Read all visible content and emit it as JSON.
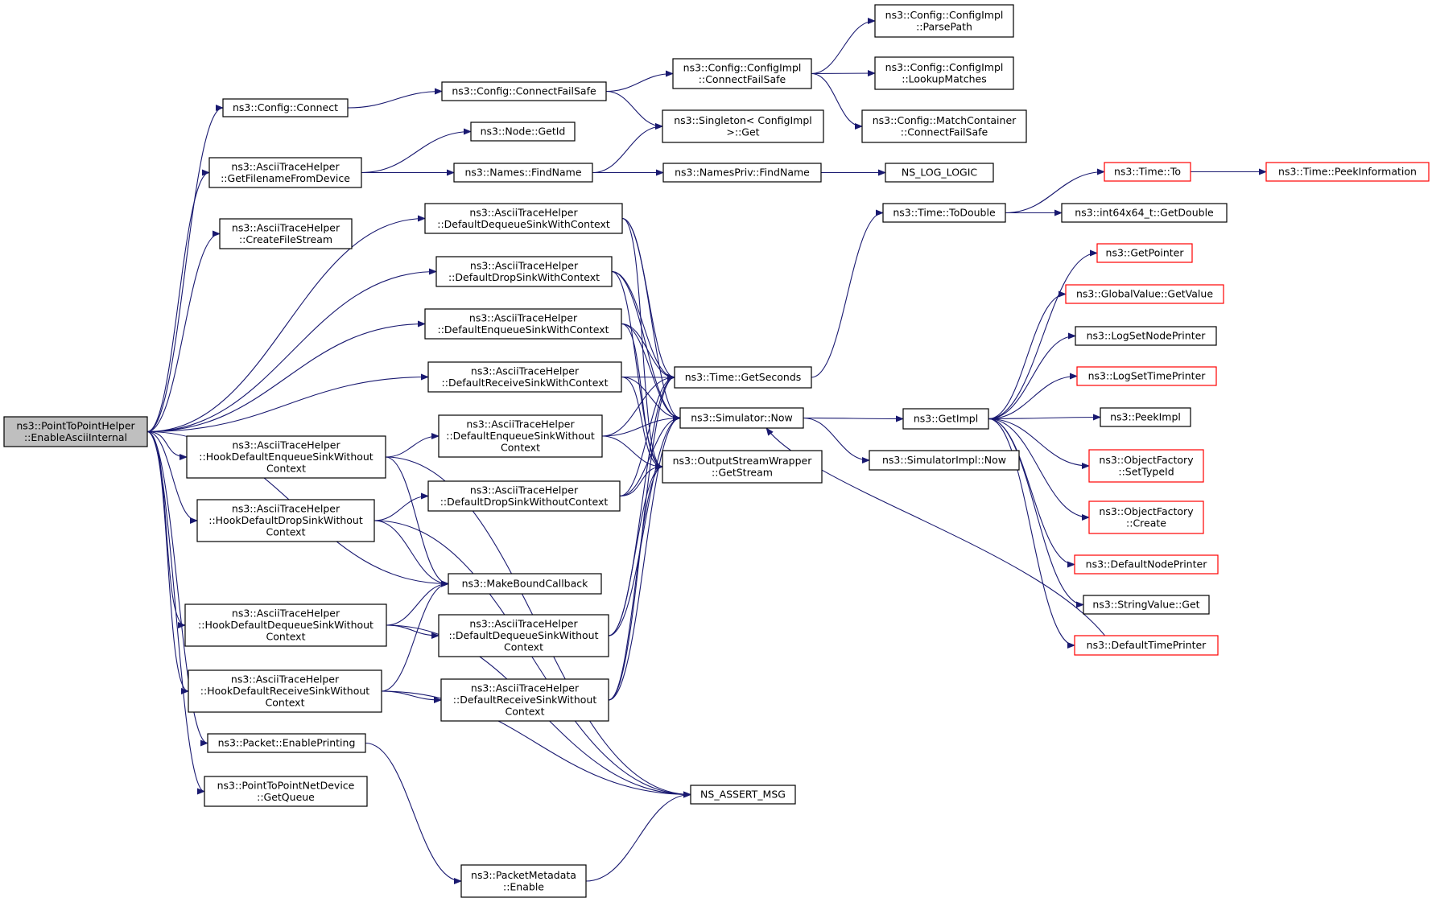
{
  "colors": {
    "edge": "#191970",
    "node_border": "#000000",
    "node_border_truncated": "#ff0000",
    "node_fill": "#ffffff",
    "root_fill": "#bfbfbf"
  },
  "nodes": [
    {
      "id": "root",
      "lines": [
        "ns3::PointToPointHelper",
        "::EnableAsciiInternal"
      ],
      "kind": "root"
    },
    {
      "id": "cfg_connect",
      "lines": [
        "ns3::Config::Connect"
      ],
      "kind": "normal"
    },
    {
      "id": "ath_getfilename",
      "lines": [
        "ns3::AsciiTraceHelper",
        "::GetFilenameFromDevice"
      ],
      "kind": "normal"
    },
    {
      "id": "ath_createfilestream",
      "lines": [
        "ns3::AsciiTraceHelper",
        "::CreateFileStream"
      ],
      "kind": "normal"
    },
    {
      "id": "ath_ddsink_ctx",
      "lines": [
        "ns3::AsciiTraceHelper",
        "::DefaultDequeueSinkWithContext"
      ],
      "kind": "normal"
    },
    {
      "id": "ath_dropsink_ctx",
      "lines": [
        "ns3::AsciiTraceHelper",
        "::DefaultDropSinkWithContext"
      ],
      "kind": "normal"
    },
    {
      "id": "ath_enqsink_ctx",
      "lines": [
        "ns3::AsciiTraceHelper",
        "::DefaultEnqueueSinkWithContext"
      ],
      "kind": "normal"
    },
    {
      "id": "ath_rcvsink_ctx",
      "lines": [
        "ns3::AsciiTraceHelper",
        "::DefaultReceiveSinkWithContext"
      ],
      "kind": "normal"
    },
    {
      "id": "ath_hook_enq",
      "lines": [
        "ns3::AsciiTraceHelper",
        "::HookDefaultEnqueueSinkWithout",
        "Context"
      ],
      "kind": "normal"
    },
    {
      "id": "ath_hook_drop",
      "lines": [
        "ns3::AsciiTraceHelper",
        "::HookDefaultDropSinkWithout",
        "Context"
      ],
      "kind": "normal"
    },
    {
      "id": "ath_hook_deq",
      "lines": [
        "ns3::AsciiTraceHelper",
        "::HookDefaultDequeueSinkWithout",
        "Context"
      ],
      "kind": "normal"
    },
    {
      "id": "ath_hook_rcv",
      "lines": [
        "ns3::AsciiTraceHelper",
        "::HookDefaultReceiveSinkWithout",
        "Context"
      ],
      "kind": "normal"
    },
    {
      "id": "pkt_enableprinting",
      "lines": [
        "ns3::Packet::EnablePrinting"
      ],
      "kind": "normal"
    },
    {
      "id": "p2p_getqueue",
      "lines": [
        "ns3::PointToPointNetDevice",
        "::GetQueue"
      ],
      "kind": "normal"
    },
    {
      "id": "cfg_connectfailsafe",
      "lines": [
        "ns3::Config::ConnectFailSafe"
      ],
      "kind": "normal"
    },
    {
      "id": "node_getid",
      "lines": [
        "ns3::Node::GetId"
      ],
      "kind": "normal"
    },
    {
      "id": "names_findname",
      "lines": [
        "ns3::Names::FindName"
      ],
      "kind": "normal"
    },
    {
      "id": "ath_enqsink_noctx",
      "lines": [
        "ns3::AsciiTraceHelper",
        "::DefaultEnqueueSinkWithout",
        "Context"
      ],
      "kind": "normal"
    },
    {
      "id": "ath_dropsink_noctx",
      "lines": [
        "ns3::AsciiTraceHelper",
        "::DefaultDropSinkWithoutContext"
      ],
      "kind": "normal"
    },
    {
      "id": "makeboundcallback",
      "lines": [
        "ns3::MakeBoundCallback"
      ],
      "kind": "normal"
    },
    {
      "id": "ath_deqsink_noctx",
      "lines": [
        "ns3::AsciiTraceHelper",
        "::DefaultDequeueSinkWithout",
        "Context"
      ],
      "kind": "normal"
    },
    {
      "id": "ath_rcvsink_noctx",
      "lines": [
        "ns3::AsciiTraceHelper",
        "::DefaultReceiveSinkWithout",
        "Context"
      ],
      "kind": "normal"
    },
    {
      "id": "pktmeta_enable",
      "lines": [
        "ns3::PacketMetadata",
        "::Enable"
      ],
      "kind": "normal"
    },
    {
      "id": "cfgimpl_connectfailsafe",
      "lines": [
        "ns3::Config::ConfigImpl",
        "::ConnectFailSafe"
      ],
      "kind": "normal"
    },
    {
      "id": "singleton_get",
      "lines": [
        "ns3::Singleton< ConfigImpl",
        ">::Get"
      ],
      "kind": "normal"
    },
    {
      "id": "namespriv_findname",
      "lines": [
        "ns3::NamesPriv::FindName"
      ],
      "kind": "normal"
    },
    {
      "id": "time_getseconds",
      "lines": [
        "ns3::Time::GetSeconds"
      ],
      "kind": "normal"
    },
    {
      "id": "simulator_now",
      "lines": [
        "ns3::Simulator::Now"
      ],
      "kind": "normal"
    },
    {
      "id": "osw_getstream",
      "lines": [
        "ns3::OutputStreamWrapper",
        "::GetStream"
      ],
      "kind": "normal"
    },
    {
      "id": "ns_assert_msg",
      "lines": [
        "NS_ASSERT_MSG"
      ],
      "kind": "normal"
    },
    {
      "id": "cfgimpl_parsepath",
      "lines": [
        "ns3::Config::ConfigImpl",
        "::ParsePath"
      ],
      "kind": "normal"
    },
    {
      "id": "cfgimpl_lookupmatches",
      "lines": [
        "ns3::Config::ConfigImpl",
        "::LookupMatches"
      ],
      "kind": "normal"
    },
    {
      "id": "cfg_matchcontainer",
      "lines": [
        "ns3::Config::MatchContainer",
        "::ConnectFailSafe"
      ],
      "kind": "normal"
    },
    {
      "id": "ns_log_logic",
      "lines": [
        "NS_LOG_LOGIC"
      ],
      "kind": "normal"
    },
    {
      "id": "time_todouble",
      "lines": [
        "ns3::Time::ToDouble"
      ],
      "kind": "normal"
    },
    {
      "id": "getimpl",
      "lines": [
        "ns3::GetImpl"
      ],
      "kind": "normal"
    },
    {
      "id": "simimpl_now",
      "lines": [
        "ns3::SimulatorImpl::Now"
      ],
      "kind": "normal"
    },
    {
      "id": "time_to",
      "lines": [
        "ns3::Time::To"
      ],
      "kind": "truncated"
    },
    {
      "id": "int64x64_getdouble",
      "lines": [
        "ns3::int64x64_t::GetDouble"
      ],
      "kind": "normal"
    },
    {
      "id": "time_peekinformation",
      "lines": [
        "ns3::Time::PeekInformation"
      ],
      "kind": "truncated"
    },
    {
      "id": "getpointer",
      "lines": [
        "ns3::GetPointer"
      ],
      "kind": "truncated"
    },
    {
      "id": "globalvalue_getvalue",
      "lines": [
        "ns3::GlobalValue::GetValue"
      ],
      "kind": "truncated"
    },
    {
      "id": "logsetnodeprinter",
      "lines": [
        "ns3::LogSetNodePrinter"
      ],
      "kind": "normal"
    },
    {
      "id": "logsettimeprinter",
      "lines": [
        "ns3::LogSetTimePrinter"
      ],
      "kind": "truncated"
    },
    {
      "id": "peekimpl",
      "lines": [
        "ns3::PeekImpl"
      ],
      "kind": "normal"
    },
    {
      "id": "objfactory_settypeid",
      "lines": [
        "ns3::ObjectFactory",
        "::SetTypeId"
      ],
      "kind": "truncated"
    },
    {
      "id": "objfactory_create",
      "lines": [
        "ns3::ObjectFactory",
        "::Create"
      ],
      "kind": "truncated"
    },
    {
      "id": "defaultnodeprinter",
      "lines": [
        "ns3::DefaultNodePrinter"
      ],
      "kind": "truncated"
    },
    {
      "id": "stringvalue_get",
      "lines": [
        "ns3::StringValue::Get"
      ],
      "kind": "normal"
    },
    {
      "id": "defaulttimeprinter",
      "lines": [
        "ns3::DefaultTimePrinter"
      ],
      "kind": "truncated"
    }
  ],
  "edges": [
    [
      "root",
      "cfg_connect"
    ],
    [
      "root",
      "ath_getfilename"
    ],
    [
      "root",
      "ath_createfilestream"
    ],
    [
      "root",
      "ath_ddsink_ctx"
    ],
    [
      "root",
      "ath_dropsink_ctx"
    ],
    [
      "root",
      "ath_enqsink_ctx"
    ],
    [
      "root",
      "ath_rcvsink_ctx"
    ],
    [
      "root",
      "ath_hook_enq"
    ],
    [
      "root",
      "ath_hook_drop"
    ],
    [
      "root",
      "ath_hook_deq"
    ],
    [
      "root",
      "ath_hook_rcv"
    ],
    [
      "root",
      "pkt_enableprinting"
    ],
    [
      "root",
      "p2p_getqueue"
    ],
    [
      "root",
      "makeboundcallback"
    ],
    [
      "cfg_connect",
      "cfg_connectfailsafe"
    ],
    [
      "ath_getfilename",
      "node_getid"
    ],
    [
      "ath_getfilename",
      "names_findname"
    ],
    [
      "cfg_connectfailsafe",
      "cfgimpl_connectfailsafe"
    ],
    [
      "cfg_connectfailsafe",
      "singleton_get"
    ],
    [
      "names_findname",
      "singleton_get"
    ],
    [
      "names_findname",
      "namespriv_findname"
    ],
    [
      "cfgimpl_connectfailsafe",
      "cfgimpl_parsepath"
    ],
    [
      "cfgimpl_connectfailsafe",
      "cfgimpl_lookupmatches"
    ],
    [
      "cfgimpl_connectfailsafe",
      "cfg_matchcontainer"
    ],
    [
      "namespriv_findname",
      "ns_log_logic"
    ],
    [
      "ath_ddsink_ctx",
      "time_getseconds"
    ],
    [
      "ath_ddsink_ctx",
      "simulator_now"
    ],
    [
      "ath_ddsink_ctx",
      "osw_getstream"
    ],
    [
      "ath_dropsink_ctx",
      "time_getseconds"
    ],
    [
      "ath_dropsink_ctx",
      "simulator_now"
    ],
    [
      "ath_dropsink_ctx",
      "osw_getstream"
    ],
    [
      "ath_enqsink_ctx",
      "time_getseconds"
    ],
    [
      "ath_enqsink_ctx",
      "simulator_now"
    ],
    [
      "ath_enqsink_ctx",
      "osw_getstream"
    ],
    [
      "ath_rcvsink_ctx",
      "time_getseconds"
    ],
    [
      "ath_rcvsink_ctx",
      "simulator_now"
    ],
    [
      "ath_rcvsink_ctx",
      "osw_getstream"
    ],
    [
      "ath_hook_enq",
      "ath_enqsink_noctx"
    ],
    [
      "ath_hook_enq",
      "makeboundcallback"
    ],
    [
      "ath_hook_enq",
      "ns_assert_msg"
    ],
    [
      "ath_hook_drop",
      "ath_dropsink_noctx"
    ],
    [
      "ath_hook_drop",
      "makeboundcallback"
    ],
    [
      "ath_hook_drop",
      "ns_assert_msg"
    ],
    [
      "ath_hook_deq",
      "ath_deqsink_noctx"
    ],
    [
      "ath_hook_deq",
      "makeboundcallback"
    ],
    [
      "ath_hook_deq",
      "ns_assert_msg"
    ],
    [
      "ath_hook_rcv",
      "ath_rcvsink_noctx"
    ],
    [
      "ath_hook_rcv",
      "makeboundcallback"
    ],
    [
      "ath_hook_rcv",
      "ns_assert_msg"
    ],
    [
      "ath_enqsink_noctx",
      "time_getseconds"
    ],
    [
      "ath_enqsink_noctx",
      "simulator_now"
    ],
    [
      "ath_enqsink_noctx",
      "osw_getstream"
    ],
    [
      "ath_dropsink_noctx",
      "time_getseconds"
    ],
    [
      "ath_dropsink_noctx",
      "simulator_now"
    ],
    [
      "ath_dropsink_noctx",
      "osw_getstream"
    ],
    [
      "ath_deqsink_noctx",
      "time_getseconds"
    ],
    [
      "ath_deqsink_noctx",
      "simulator_now"
    ],
    [
      "ath_deqsink_noctx",
      "osw_getstream"
    ],
    [
      "ath_rcvsink_noctx",
      "time_getseconds"
    ],
    [
      "ath_rcvsink_noctx",
      "simulator_now"
    ],
    [
      "ath_rcvsink_noctx",
      "osw_getstream"
    ],
    [
      "pkt_enableprinting",
      "pktmeta_enable"
    ],
    [
      "pktmeta_enable",
      "ns_assert_msg"
    ],
    [
      "time_getseconds",
      "time_todouble"
    ],
    [
      "time_todouble",
      "time_to"
    ],
    [
      "time_todouble",
      "int64x64_getdouble"
    ],
    [
      "time_to",
      "time_peekinformation"
    ],
    [
      "simulator_now",
      "getimpl"
    ],
    [
      "simulator_now",
      "simimpl_now"
    ],
    [
      "getimpl",
      "getpointer"
    ],
    [
      "getimpl",
      "globalvalue_getvalue"
    ],
    [
      "getimpl",
      "logsetnodeprinter"
    ],
    [
      "getimpl",
      "logsettimeprinter"
    ],
    [
      "getimpl",
      "peekimpl"
    ],
    [
      "getimpl",
      "objfactory_settypeid"
    ],
    [
      "getimpl",
      "objfactory_create"
    ],
    [
      "getimpl",
      "defaultnodeprinter"
    ],
    [
      "getimpl",
      "stringvalue_get"
    ],
    [
      "getimpl",
      "defaulttimeprinter"
    ],
    [
      "defaulttimeprinter",
      "simulator_now"
    ]
  ]
}
